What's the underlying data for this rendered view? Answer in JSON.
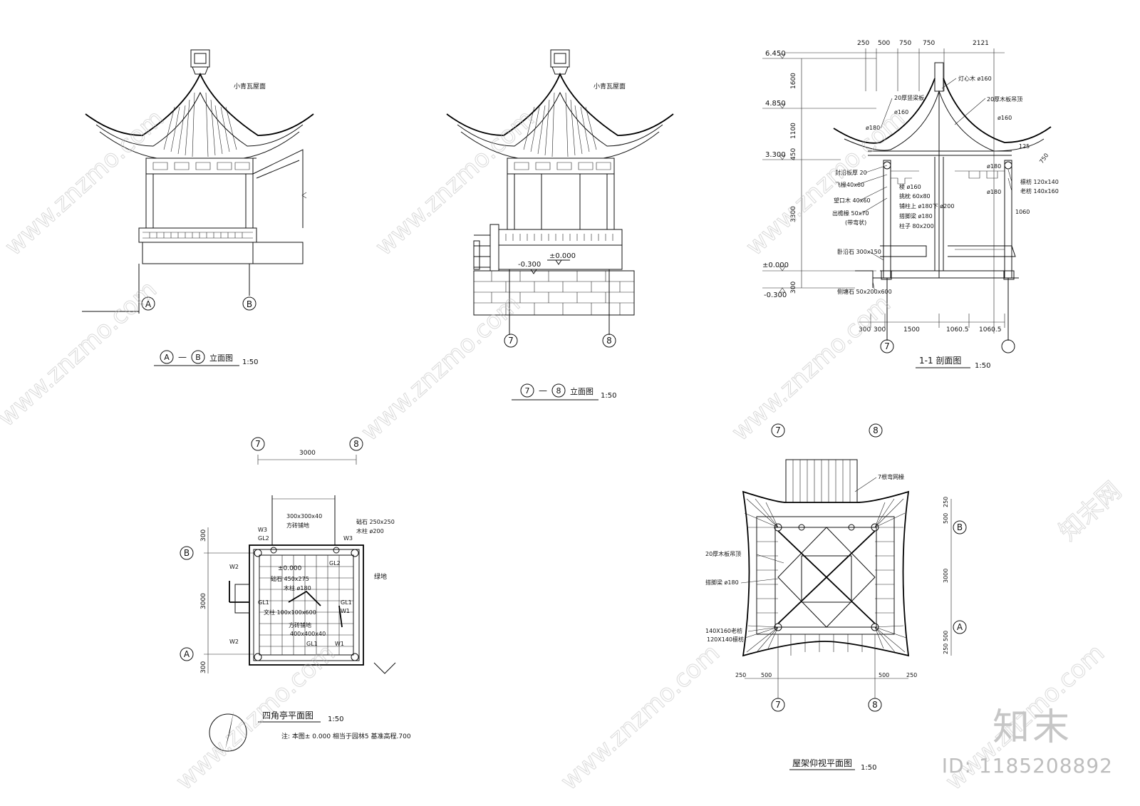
{
  "views": {
    "elev_ab": {
      "title": "—",
      "grid_left": "A",
      "grid_right": "B",
      "label": "立面图",
      "scale": "1:50",
      "roof_note": "小青瓦屋面"
    },
    "elev_78": {
      "title": "—",
      "grid_left": "7",
      "grid_right": "8",
      "label": "立面图",
      "scale": "1:50",
      "roof_note": "小青瓦屋面",
      "level_0": "±0.000",
      "level_m": "-0.300"
    },
    "section": {
      "title": "1-1 剖面图",
      "scale": "1:50",
      "levels": [
        "6.450",
        "4.850",
        "3.300",
        "±0.000",
        "-0.300"
      ],
      "top_dims": [
        "250",
        "500",
        "750",
        "750",
        "2121"
      ],
      "side_dims": [
        "1600",
        "1100",
        "450",
        "3300",
        "300"
      ],
      "bottom_dims": [
        "300",
        "300",
        "1500",
        "1060.5",
        "1060.5"
      ],
      "grid_left": "7",
      "notes_left": [
        "封沿板厚 20",
        "飞椽40x60",
        "望口木 40x60",
        "出檐椽 50x70",
        "(带弯状)",
        "卧沿石 300x150",
        "侧塘石 50x200x600"
      ],
      "notes_right": [
        "灯心木 ø160",
        "20厚木板吊顶",
        "20厚竖梁板",
        "ø160",
        "ø160",
        "ø180",
        "ø180",
        "ø180",
        "棱 ø160",
        "挑枕 60x80",
        "铺柱上 ø180下 ø200",
        "搭脚梁 ø180",
        "柱子 80x200",
        "1060",
        "125",
        "750",
        "檩枋 120x140",
        "老枋 140x160"
      ]
    },
    "plan": {
      "title": "四角亭平面图",
      "scale": "1:50",
      "grid_top": [
        "7",
        "8"
      ],
      "grid_side": [
        "B",
        "A"
      ],
      "dim_top": "3000",
      "dims_side": [
        "300",
        "3000",
        "300"
      ],
      "notes": [
        "300x300x40",
        "方砖铺地",
        "础石 250x250",
        "木柱 ø200",
        "W3",
        "GL2",
        "W3",
        "W2",
        "±0.000",
        "GL2",
        "础石 450x275",
        "木柱 ø180",
        "绿地",
        "GL1",
        "GL1",
        "W1",
        "文柱 100x100x600",
        "方砖铺地",
        "400x400x40",
        "W2",
        "GL1",
        "W1"
      ],
      "footnote": "注: 本图±   0.000      相当于园林5    基准高程.700"
    },
    "roof_plan": {
      "title": "屋架仰视平面图",
      "scale": "1:50",
      "grid_top": [
        "7",
        "8"
      ],
      "grid_bottom": [
        "7",
        "8"
      ],
      "grid_side": [
        "B",
        "A"
      ],
      "dims_side": [
        "250",
        "500",
        "3000",
        "500",
        "250"
      ],
      "dims_bottom": [
        "250",
        "500",
        "500",
        "250"
      ],
      "notes": [
        "7根弯网椽",
        "20厚木板吊顶",
        "搭脚梁 ø180",
        "140X160老枋",
        "120X140檩枋"
      ]
    }
  },
  "watermark": {
    "site": "www.znzmo.com",
    "brand_cn": "知末网",
    "brand": "知末",
    "id": "ID: 1185208892"
  }
}
